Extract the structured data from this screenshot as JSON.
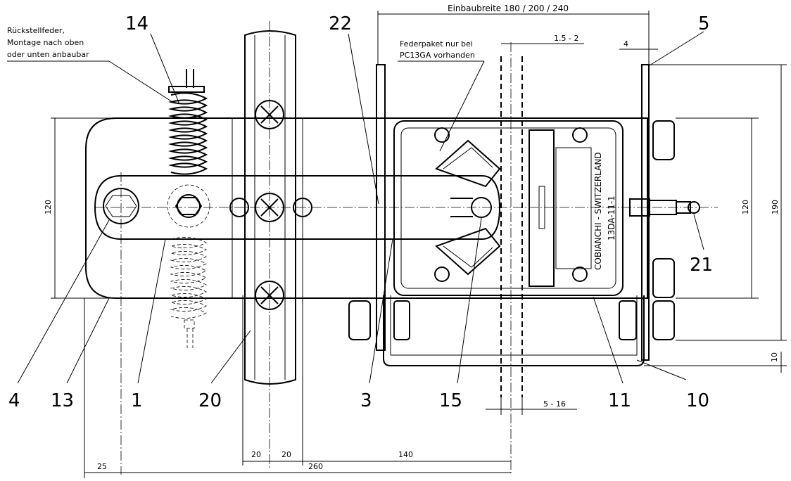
{
  "top_dimension": "Einbaubreite 180 / 200 / 240",
  "notes": {
    "spring_line1": "Rückstellfeder,",
    "spring_line2": "Montage nach oben",
    "spring_line3": "oder unten anbaubar",
    "pack_line1": "Federpaket nur bei",
    "pack_line2": "PC13GA vorhanden"
  },
  "label_plate": {
    "line1": "COBIANCHI - SWITZERLAND",
    "line2": "13DA-11-1"
  },
  "dimensions": {
    "d_1_5_2": "1.5 - 2",
    "d_4": "4",
    "d_120_left": "120",
    "d_120_right": "120",
    "d_190": "190",
    "d_10": "10",
    "d_5_16": "5 - 16",
    "d_20a": "20",
    "d_20b": "20",
    "d_140": "140",
    "d_25": "25",
    "d_260": "260"
  },
  "callouts": {
    "c14": "14",
    "c22": "22",
    "c5": "5",
    "c21": "21",
    "c4": "4",
    "c13": "13",
    "c1": "1",
    "c20": "20",
    "c3": "3",
    "c15": "15",
    "c11": "11",
    "c10": "10"
  }
}
